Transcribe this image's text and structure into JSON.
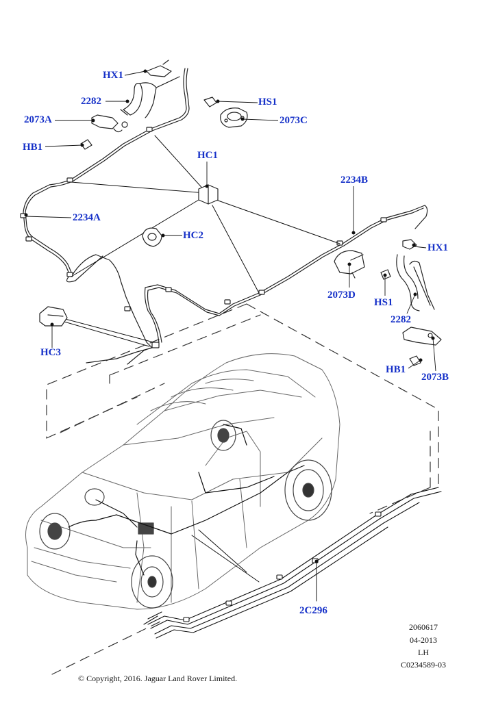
{
  "diagram": {
    "callouts": {
      "hx1_top": "HX1",
      "c2282_top": "2282",
      "c2073a": "2073A",
      "hb1_left": "HB1",
      "hs1_top": "HS1",
      "c2073c": "2073C",
      "hc1": "HC1",
      "c2234b": "2234B",
      "c2234a": "2234A",
      "hc2": "HC2",
      "hx1_right": "HX1",
      "c2073d": "2073D",
      "hs1_right": "HS1",
      "c2282_right": "2282",
      "hc3": "HC3",
      "hb1_right": "HB1",
      "c2073b": "2073B",
      "c2c296": "2C296"
    },
    "meta": {
      "id": "2060617",
      "date": "04-2013",
      "side": "LH",
      "code": "C0234589-03"
    },
    "copyright": "© Copyright, 2016. Jaguar Land Rover Limited."
  }
}
